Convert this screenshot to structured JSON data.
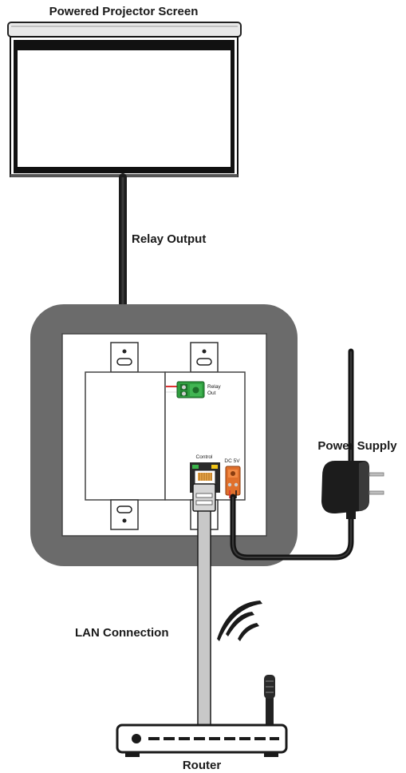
{
  "labels": {
    "projector": "Powered Projector Screen",
    "relay_output": "Relay Output",
    "power_supply": "Power Supply",
    "lan_connection": "LAN Connection",
    "router": "Router"
  },
  "panel": {
    "relay_label_line1": "Relay",
    "relay_label_line2": "Out",
    "control_label": "Control",
    "dc_label": "DC 5V"
  },
  "colors": {
    "frame": "#6b6b6b",
    "relay_terminal": "#2f9e3f",
    "dc_terminal": "#e0702c",
    "lan_cable": "#c8c8c8"
  }
}
